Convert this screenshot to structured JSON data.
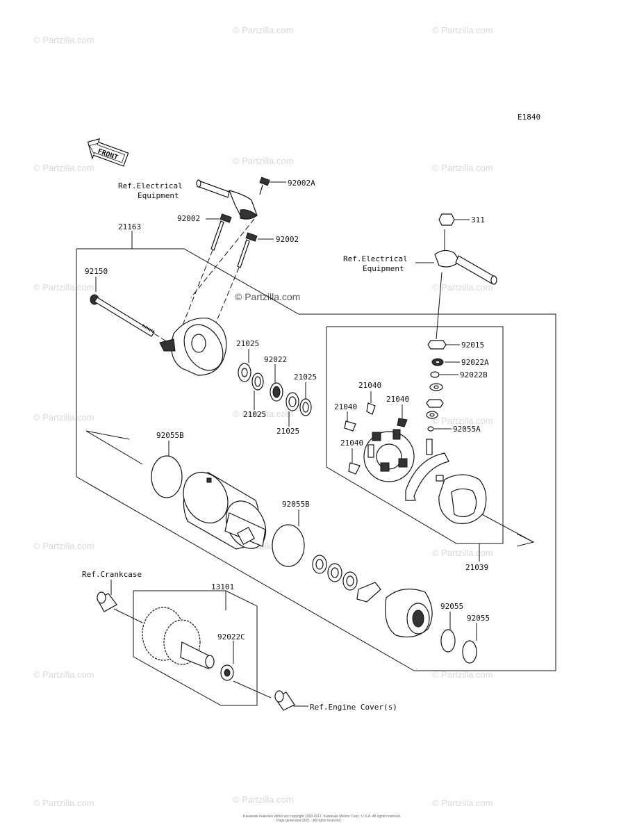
{
  "diagram_code": "E1840",
  "front_badge": "FRONT",
  "watermark": "© Partzilla.com",
  "copyright_line1": "Kawasaki materials within are copyright 1993-2017, Kawasaki Motors Corp., U.S.A. All rights reserved.",
  "copyright_line2": "Page generated 2021 - All rights reserved.",
  "labels": {
    "ref_electrical_1": "Ref.Electrical",
    "ref_electrical_1b": "Equipment",
    "ref_electrical_2": "Ref.Electrical",
    "ref_electrical_2b": "Equipment",
    "ref_crankcase": "Ref.Crankcase",
    "ref_engine_cover": "Ref.Engine Cover(s)",
    "p92002A": "92002A",
    "p92002_a": "92002",
    "p92002_b": "92002",
    "p21163": "21163",
    "p92150": "92150",
    "p311": "311",
    "p21025_a": "21025",
    "p92022": "92022",
    "p21025_b": "21025",
    "p21025_c": "21025",
    "p21025_d": "21025",
    "p21040_a": "21040",
    "p21040_b": "21040",
    "p21040_c": "21040",
    "p21040_d": "21040",
    "p92015": "92015",
    "p92022A": "92022A",
    "p92022B": "92022B",
    "p92055A": "92055A",
    "p92055B_a": "92055B",
    "p92055B_b": "92055B",
    "p21039": "21039",
    "p13101": "13101",
    "p92022C": "92022C",
    "p92055_a": "92055",
    "p92055_b": "92055"
  }
}
